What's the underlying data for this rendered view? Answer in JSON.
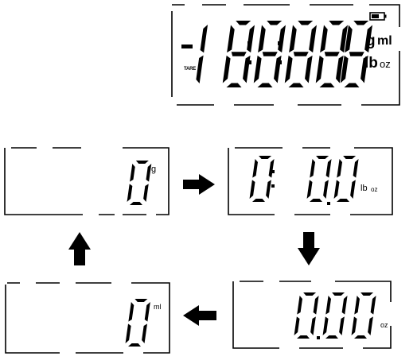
{
  "full_display": {
    "label_tare": "TARE",
    "sign": "-",
    "digits": [
      "1",
      "8",
      "8",
      "8",
      "8",
      "8"
    ],
    "units_top": [
      "g",
      "ml"
    ],
    "units_bottom": [
      "lb",
      "oz"
    ],
    "battery_icon": "battery-icon"
  },
  "cycle": [
    {
      "id": "grams",
      "digits": [
        "0"
      ],
      "unit": "g"
    },
    {
      "id": "pounds_ounces",
      "pounds": "0",
      "ounces": "0.0",
      "unit_lb": "lb",
      "unit_oz": "oz"
    },
    {
      "id": "ounces",
      "value": "0.00",
      "unit": "oz"
    },
    {
      "id": "milliliters",
      "digits": [
        "0"
      ],
      "unit": "ml"
    }
  ],
  "arrows": [
    "right",
    "down",
    "left",
    "up"
  ]
}
